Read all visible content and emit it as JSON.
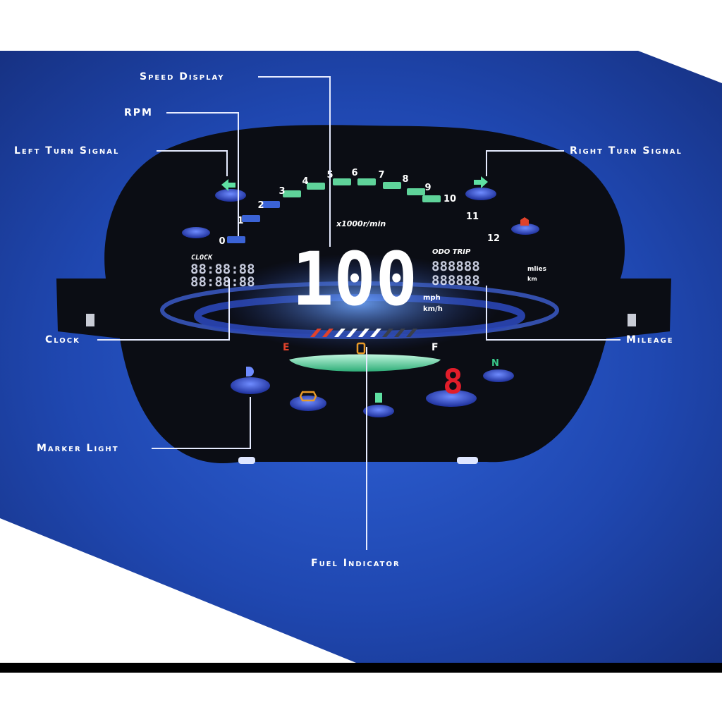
{
  "callouts": {
    "speed_display": "Speed Display",
    "rpm": "RPM",
    "left_turn_signal": "Left Turn Signal",
    "right_turn_signal": "Right Turn Signal",
    "clock": "Clock",
    "mileage": "Mileage",
    "marker_light": "Marker Light",
    "fuel_indicator": "Fuel Indicator"
  },
  "gauge": {
    "tach_ticks": [
      "0",
      "1",
      "2",
      "3",
      "4",
      "5",
      "6",
      "7",
      "8",
      "9",
      "10",
      "11",
      "12"
    ],
    "tach_unit": "x1000r/min",
    "speed_value": "100",
    "speed_unit_mph": "mph",
    "speed_unit_kmh": "km/h",
    "clock_label": "CLOCK",
    "clock_digits_top": "88:88:88",
    "clock_digits_bottom": "88:88:88",
    "odo_label": "ODO TRIP",
    "odo_digits_top": "888888",
    "odo_digits_bottom": "888888",
    "odo_unit_miles": "mlies",
    "odo_unit_km": "km",
    "fuel_empty": "E",
    "fuel_full": "F",
    "gear_digit": "8",
    "neutral": "N"
  },
  "colors": {
    "background_blue": "#1b3f9c",
    "cluster_black": "#0b0d14",
    "tach_green": "#5fd39a",
    "tach_blue": "#3b63d6",
    "gear_red": "#e11d2a",
    "neutral_green": "#39c98a",
    "fuel_amber": "#e89a28",
    "fuel_red": "#e0422b"
  }
}
